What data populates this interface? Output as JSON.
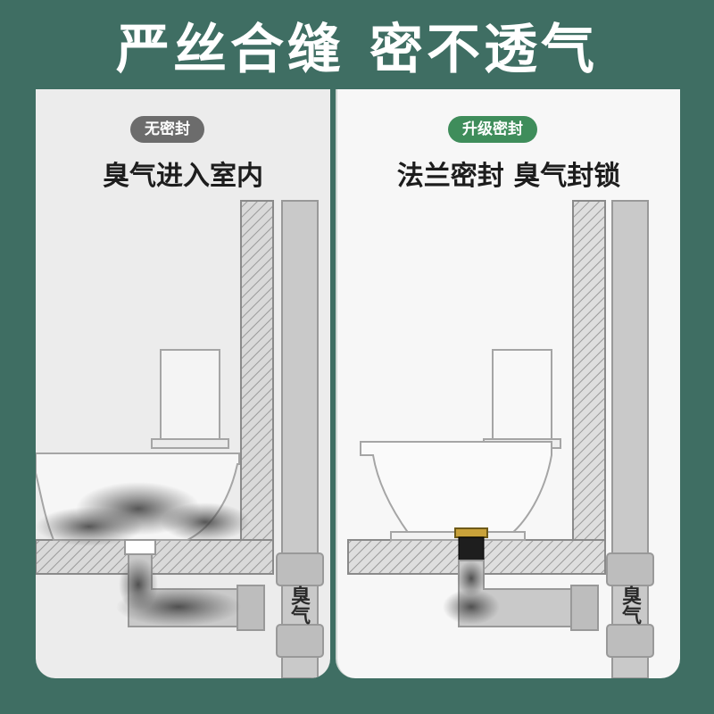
{
  "headline": {
    "part1": "严丝合缝",
    "part2": "密不透气"
  },
  "left_panel": {
    "tag": "无密封",
    "caption": "臭气进入室内",
    "pipe_label": "臭气"
  },
  "right_panel": {
    "tag": "升级密封",
    "caption": "法兰密封 臭气封锁",
    "pipe_label": "臭气"
  },
  "colors": {
    "background": "#3f6e63",
    "tag_grey": "#6c6c6c",
    "tag_green": "#3f8d5b",
    "seal_gold": "#c9a23a"
  }
}
